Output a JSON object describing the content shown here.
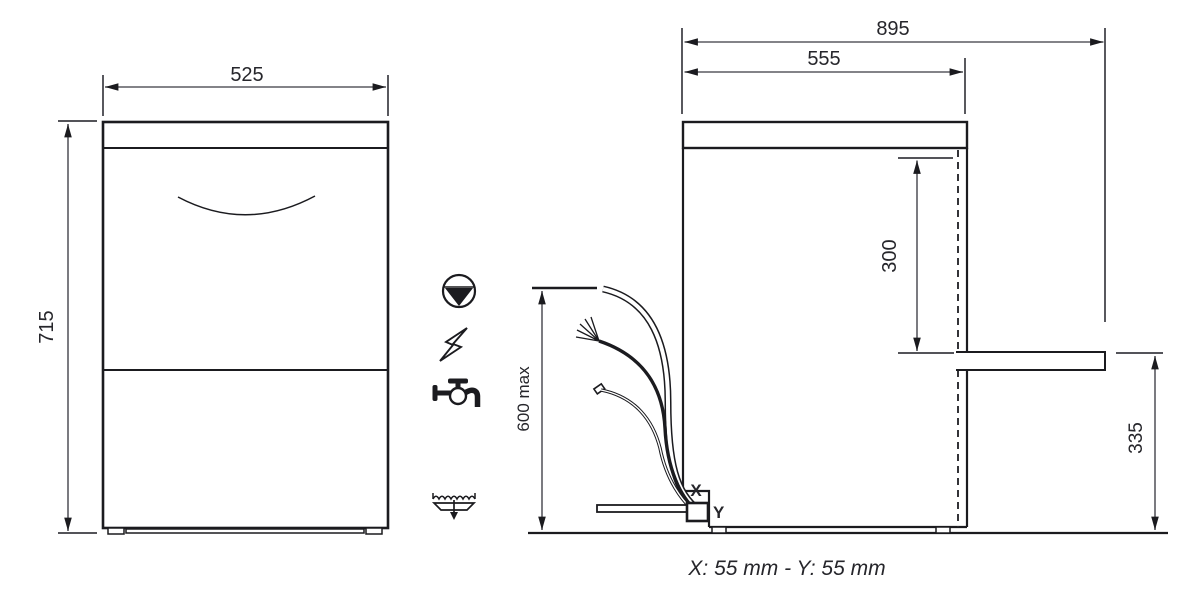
{
  "drawing": {
    "background": "#ffffff",
    "line_color": "#1b1b1f",
    "dimension_color": "#5a5a60",
    "text_color": "#26262b"
  },
  "front_view": {
    "width_dim": "525",
    "height_dim": "715"
  },
  "side_view": {
    "overall_depth_dim": "895",
    "body_depth_dim": "555",
    "rear_outlet_offset_dim": "300",
    "connections_reach_dim": "600 max",
    "outlet_height_dim": "335",
    "x_marker": "X",
    "y_marker": "Y"
  },
  "legend_icons": [
    "pump-icon",
    "electricity-icon",
    "water-inlet-icon",
    "drain-icon"
  ],
  "footnote": "X: 55 mm - Y: 55 mm"
}
